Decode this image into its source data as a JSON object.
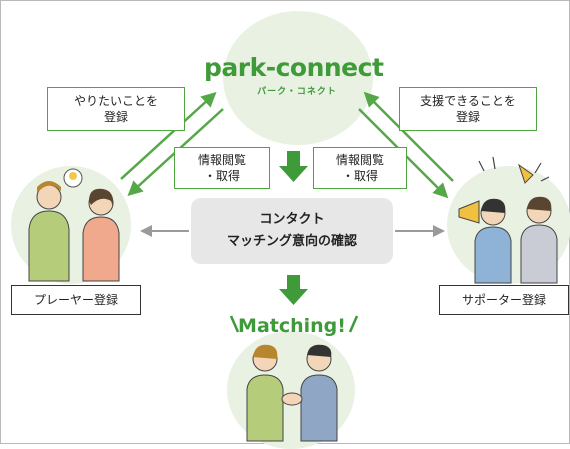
{
  "logo": {
    "main": "park-connect",
    "sub": "パーク・コネクト"
  },
  "left_box": {
    "line1": "やりたいことを",
    "line2": "登録"
  },
  "right_box": {
    "line1": "支援できることを",
    "line2": "登録"
  },
  "info_left": {
    "line1": "情報閲覧",
    "line2": "・取得"
  },
  "info_right": {
    "line1": "情報閲覧",
    "line2": "・取得"
  },
  "center": {
    "line1": "コンタクト",
    "line2": "マッチング意向の確認"
  },
  "player_label": "プレーヤー登録",
  "supporter_label": "サポーター登録",
  "matching": "Matching!",
  "colors": {
    "accent": "#3f9a3a",
    "arrow_green": "#55a847",
    "arrow_gray": "#9a9a9a",
    "circle_bg": "#e9f1e2"
  }
}
